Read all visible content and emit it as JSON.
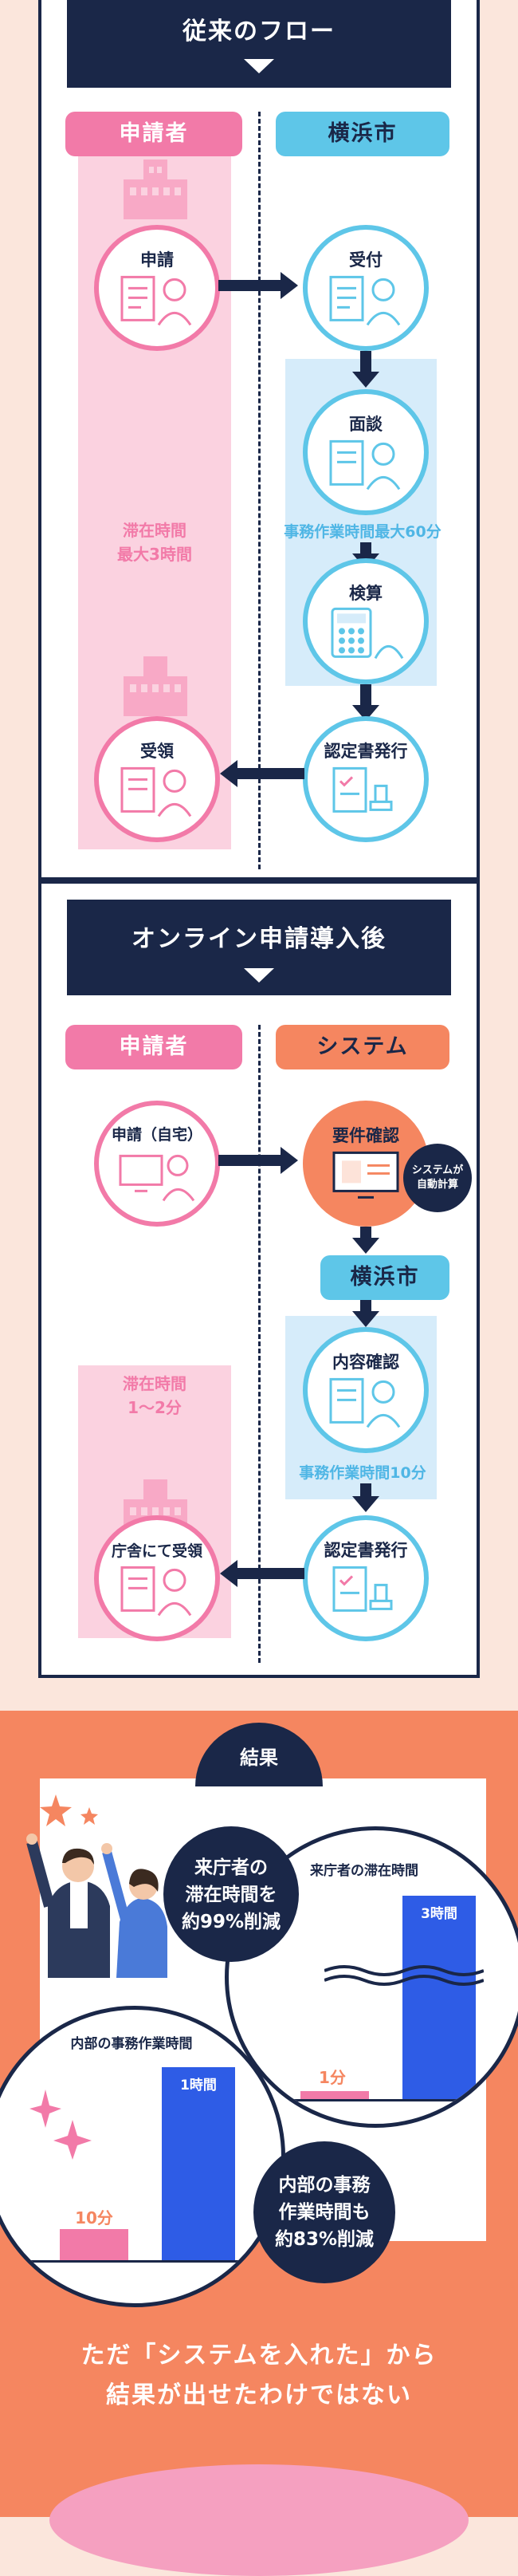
{
  "section1": {
    "header": "従来のフロー",
    "left_title": "申請者",
    "right_title": "横浜市",
    "left_stay_line1": "滞在時間",
    "left_stay_line2": "最大3時間",
    "steps": {
      "apply": "申請",
      "receive": "受付",
      "interview": "面談",
      "calc": "検算",
      "issue": "認定書発行",
      "collect": "受領"
    },
    "staff_time": "事務作業時間最大60分"
  },
  "section2": {
    "header": "オンライン申請導入後",
    "left_title": "申請者",
    "right_title": "システム",
    "city_title": "横浜市",
    "left_stay_line1": "滞在時間",
    "left_stay_line2": "1～2分",
    "steps": {
      "apply": "申請（自宅）",
      "req_check": "要件確認",
      "auto_calc_line1": "システムが",
      "auto_calc_line2": "自動計算",
      "content_check": "内容確認",
      "issue": "認定書発行",
      "collect": "庁舎にて受領"
    },
    "staff_time": "事務作業時間10分"
  },
  "result": {
    "title": "結果",
    "visitor_chart_title": "来庁者の滞在時間",
    "visitor_before": "3時間",
    "visitor_after": "1分",
    "visitor_summary_line1": "来庁者の",
    "visitor_summary_line2": "滞在時間を",
    "visitor_summary_line3": "約99%削減",
    "staff_chart_title": "内部の事務作業時間",
    "staff_before": "1時間",
    "staff_after": "10分",
    "staff_summary_line1": "内部の事務",
    "staff_summary_line2": "作業時間も",
    "staff_summary_line3": "約83%削減",
    "footer_line1": "ただ「システムを入れた」から",
    "footer_line2": "結果が出せたわけではない"
  },
  "colors": {
    "navy": "#1a2748",
    "pink": "#f27aa8",
    "light_pink": "#fbd2e0",
    "blue": "#5ec6e8",
    "light_blue": "#d6ecfa",
    "orange": "#f58660",
    "bar_blue": "#2e5ce6"
  }
}
